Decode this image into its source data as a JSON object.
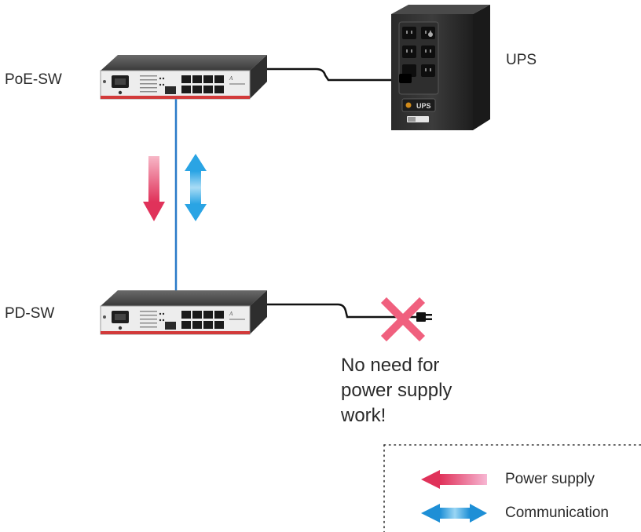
{
  "devices": {
    "poe_switch": {
      "label": "PoE-SW"
    },
    "pd_switch": {
      "label": "PD-SW"
    },
    "ups": {
      "label": "UPS",
      "badge": "UPS"
    }
  },
  "note": {
    "line1": "No need for",
    "line2": "power supply",
    "line3": "work!"
  },
  "legend": {
    "power": "Power supply",
    "communication": "Communication"
  },
  "colors": {
    "power_arrow": "#e0325a",
    "communication_arrow": "#1e96d8",
    "link_line": "#2a7ac8",
    "cross": "#f0607e"
  }
}
